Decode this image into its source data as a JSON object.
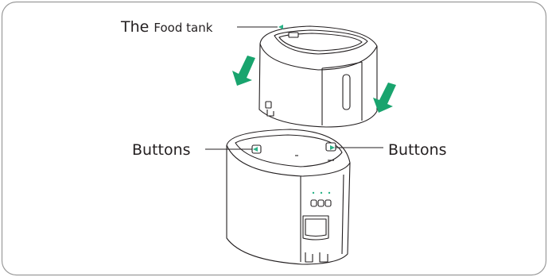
{
  "labels": {
    "food_tank_prefix": "The",
    "food_tank": "Food tank",
    "buttons_left": "Buttons",
    "buttons_right": "Buttons"
  },
  "colors": {
    "arrow": "#19a46e",
    "marker": "#2bb388",
    "line": "#231f20",
    "frame": "#9a9a9a"
  }
}
